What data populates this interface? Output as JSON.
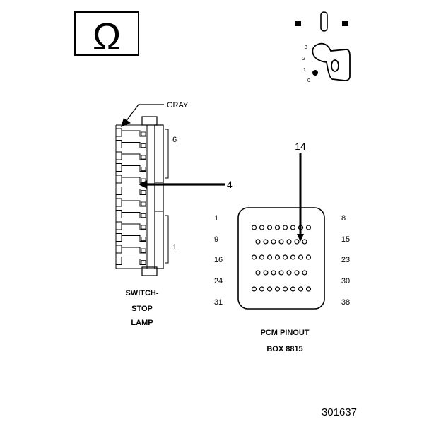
{
  "ohm_symbol": "Ω",
  "ignition_key": {
    "positions": [
      "3",
      "2",
      "1",
      "0"
    ]
  },
  "connector": {
    "wire_color": "GRAY",
    "range_top_label": "6",
    "range_bottom_label": "1",
    "callout_pin": "4",
    "title_lines": [
      "SWITCH-",
      "STOP",
      "LAMP"
    ]
  },
  "pcm": {
    "callout_pin": "14",
    "left_labels": [
      "1",
      "9",
      "16",
      "24",
      "31"
    ],
    "right_labels": [
      "8",
      "15",
      "23",
      "30",
      "38"
    ],
    "rows": [
      8,
      7,
      8,
      7,
      8
    ],
    "title_lines": [
      "PCM PINOUT",
      "BOX 8815"
    ]
  },
  "figure_number": "301637"
}
